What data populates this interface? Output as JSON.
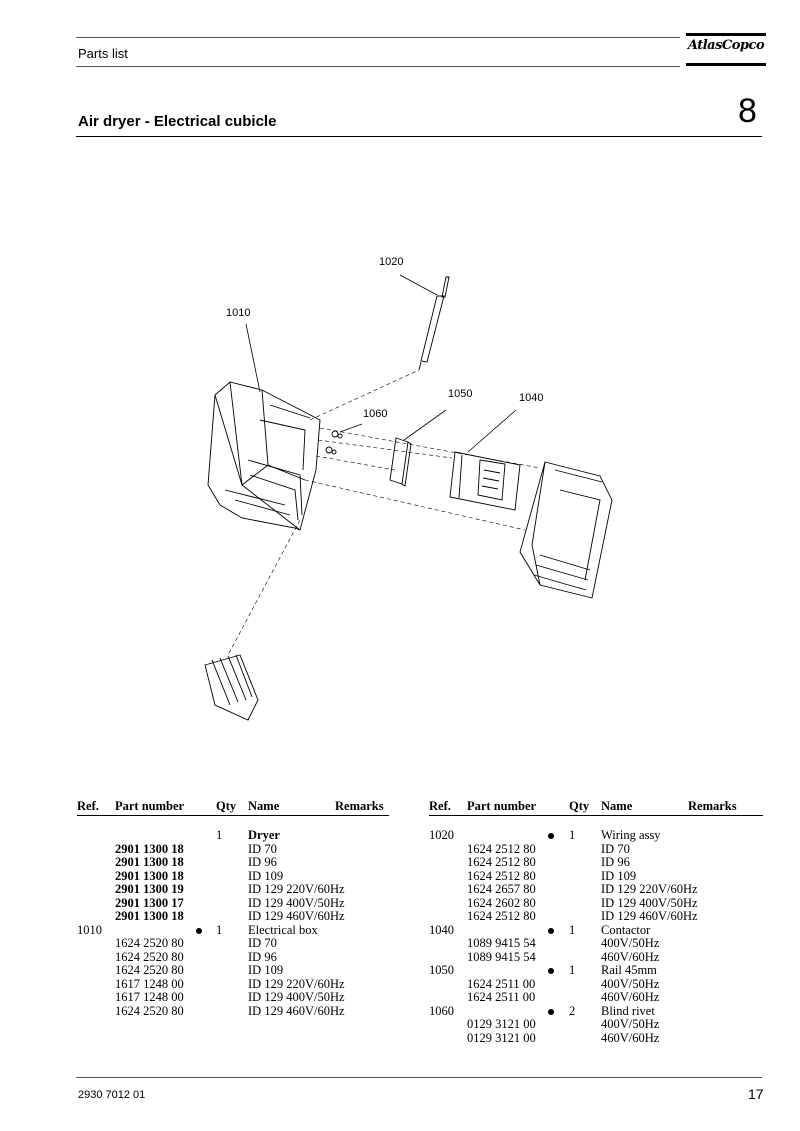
{
  "header": {
    "label": "Parts list",
    "logo": "AtlasCopco"
  },
  "title": "Air dryer - Electrical cubicle",
  "chapter": "8",
  "diagram": {
    "callouts": [
      {
        "text": "1020"
      },
      {
        "text": "1010"
      },
      {
        "text": "1050"
      },
      {
        "text": "1040"
      },
      {
        "text": "1060"
      }
    ]
  },
  "table_headers": {
    "ref": "Ref.",
    "part": "Part number",
    "qty": "Qty",
    "name": "Name",
    "remarks": "Remarks"
  },
  "left_rows": [
    {
      "ref": "",
      "part": "",
      "bold_part": false,
      "dot": false,
      "qty": "1",
      "name": "Dryer",
      "bold_name": true
    },
    {
      "ref": "",
      "part": "2901 1300 18",
      "bold_part": true,
      "dot": false,
      "qty": "",
      "name": "ID 70",
      "bold_name": false
    },
    {
      "ref": "",
      "part": "2901 1300 18",
      "bold_part": true,
      "dot": false,
      "qty": "",
      "name": "ID 96",
      "bold_name": false
    },
    {
      "ref": "",
      "part": "2901 1300 18",
      "bold_part": true,
      "dot": false,
      "qty": "",
      "name": "ID 109",
      "bold_name": false
    },
    {
      "ref": "",
      "part": "2901 1300 19",
      "bold_part": true,
      "dot": false,
      "qty": "",
      "name": "ID 129 220V/60Hz",
      "bold_name": false
    },
    {
      "ref": "",
      "part": "2901 1300 17",
      "bold_part": true,
      "dot": false,
      "qty": "",
      "name": "ID 129 400V/50Hz",
      "bold_name": false
    },
    {
      "ref": "",
      "part": "2901 1300 18",
      "bold_part": true,
      "dot": false,
      "qty": "",
      "name": "ID 129 460V/60Hz",
      "bold_name": false
    },
    {
      "ref": "1010",
      "part": "",
      "bold_part": false,
      "dot": true,
      "qty": "1",
      "name": "Electrical box",
      "bold_name": false
    },
    {
      "ref": "",
      "part": "1624 2520 80",
      "bold_part": false,
      "dot": false,
      "qty": "",
      "name": "ID 70",
      "bold_name": false
    },
    {
      "ref": "",
      "part": "1624 2520 80",
      "bold_part": false,
      "dot": false,
      "qty": "",
      "name": "ID 96",
      "bold_name": false
    },
    {
      "ref": "",
      "part": "1624 2520 80",
      "bold_part": false,
      "dot": false,
      "qty": "",
      "name": "ID 109",
      "bold_name": false
    },
    {
      "ref": "",
      "part": "1617 1248 00",
      "bold_part": false,
      "dot": false,
      "qty": "",
      "name": "ID 129 220V/60Hz",
      "bold_name": false
    },
    {
      "ref": "",
      "part": "1617 1248 00",
      "bold_part": false,
      "dot": false,
      "qty": "",
      "name": "ID 129 400V/50Hz",
      "bold_name": false
    },
    {
      "ref": "",
      "part": "1624 2520 80",
      "bold_part": false,
      "dot": false,
      "qty": "",
      "name": "ID 129 460V/60Hz",
      "bold_name": false
    }
  ],
  "right_rows": [
    {
      "ref": "1020",
      "part": "",
      "dot": true,
      "qty": "1",
      "name": "Wiring assy"
    },
    {
      "ref": "",
      "part": "1624 2512 80",
      "dot": false,
      "qty": "",
      "name": "ID 70"
    },
    {
      "ref": "",
      "part": "1624 2512 80",
      "dot": false,
      "qty": "",
      "name": "ID 96"
    },
    {
      "ref": "",
      "part": "1624 2512 80",
      "dot": false,
      "qty": "",
      "name": "ID 109"
    },
    {
      "ref": "",
      "part": "1624 2657 80",
      "dot": false,
      "qty": "",
      "name": "ID 129 220V/60Hz"
    },
    {
      "ref": "",
      "part": "1624 2602 80",
      "dot": false,
      "qty": "",
      "name": "ID 129 400V/50Hz"
    },
    {
      "ref": "",
      "part": "1624 2512 80",
      "dot": false,
      "qty": "",
      "name": "ID 129 460V/60Hz"
    },
    {
      "ref": "1040",
      "part": "",
      "dot": true,
      "qty": "1",
      "name": "Contactor"
    },
    {
      "ref": "",
      "part": "1089 9415 54",
      "dot": false,
      "qty": "",
      "name": "400V/50Hz"
    },
    {
      "ref": "",
      "part": "1089 9415 54",
      "dot": false,
      "qty": "",
      "name": "460V/60Hz"
    },
    {
      "ref": "1050",
      "part": "",
      "dot": true,
      "qty": "1",
      "name": "Rail 45mm"
    },
    {
      "ref": "",
      "part": "1624 2511 00",
      "dot": false,
      "qty": "",
      "name": "400V/50Hz"
    },
    {
      "ref": "",
      "part": "1624 2511 00",
      "dot": false,
      "qty": "",
      "name": "460V/60Hz"
    },
    {
      "ref": "1060",
      "part": "",
      "dot": true,
      "qty": "2",
      "name": "Blind rivet"
    },
    {
      "ref": "",
      "part": "0129 3121 00",
      "dot": false,
      "qty": "",
      "name": "400V/50Hz"
    },
    {
      "ref": "",
      "part": "0129 3121 00",
      "dot": false,
      "qty": "",
      "name": "460V/60Hz"
    }
  ],
  "footer": {
    "doc_number": "2930 7012 01",
    "page_number": "17"
  }
}
